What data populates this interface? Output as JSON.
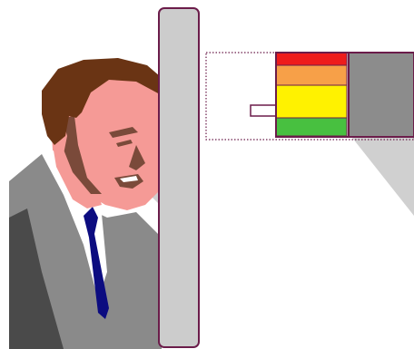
{
  "colors": {
    "background": "#ffffff",
    "outline": "#6b1c4a",
    "pillar_fill": "#cccccc",
    "light_beam": "#d0d0d0",
    "meter_body": "#8c8c8c",
    "suit": "#8a8a8a",
    "suit_shadow": "#4a4a4a",
    "shirt": "#ffffff",
    "tie": "#0c0c80",
    "skin": "#f59a96",
    "skin_shadow": "#7a4a3a",
    "hair": "#6a3414"
  },
  "icons": {
    "person": "man-in-suit-illustration",
    "barrier": "vertical-panel",
    "meter": "traffic-light-level-gauge"
  },
  "meter": {
    "segments": [
      {
        "name": "red",
        "color": "#ee1c1c"
      },
      {
        "name": "orange",
        "color": "#f7a048"
      },
      {
        "name": "yellow",
        "color": "#fff200"
      },
      {
        "name": "green",
        "color": "#48c040"
      }
    ]
  }
}
